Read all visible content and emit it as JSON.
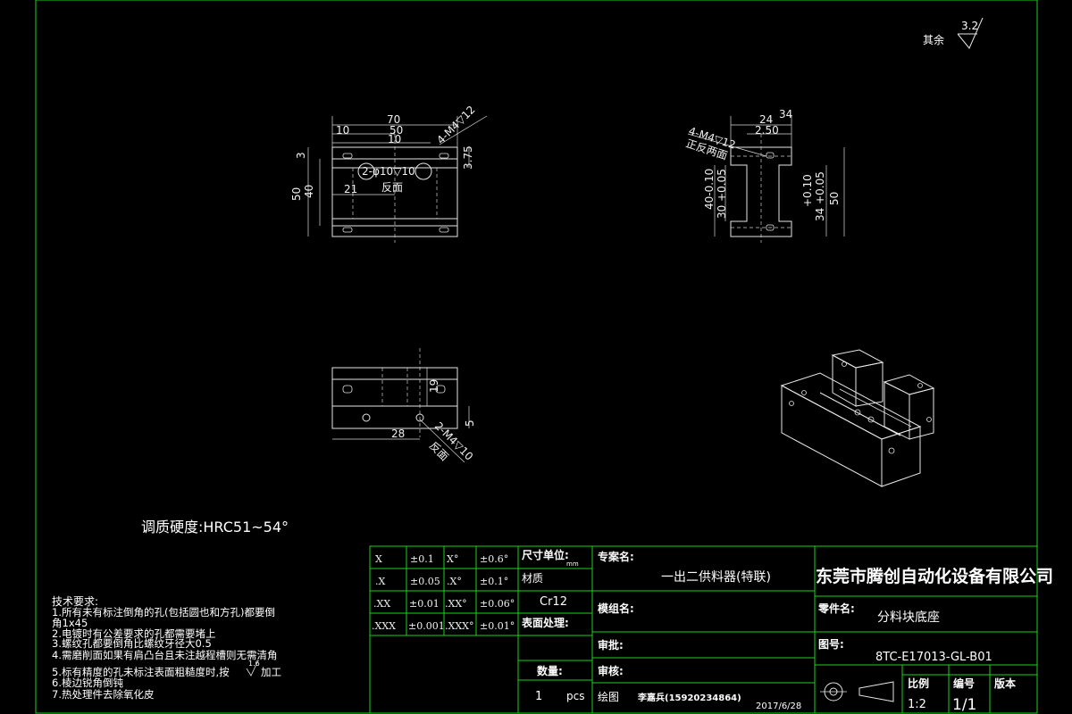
{
  "surface_finish": {
    "label": "其余",
    "value": "3.2"
  },
  "front_view": {
    "dims": [
      "70",
      "50",
      "10",
      "10",
      "4-M4▽12",
      "3",
      "3.75",
      "50",
      "40",
      "21",
      "2-φ10▽10",
      "反面"
    ]
  },
  "side_view": {
    "dims": [
      "24",
      "34",
      "2.50",
      "4-M4▽12",
      "正反两面",
      "40-0.10",
      "30 +0.05",
      "+0.10",
      "34 +0.05",
      "50"
    ]
  },
  "bottom_view": {
    "dims": [
      "19",
      "28",
      "5",
      "2-M4▽10",
      "反面"
    ]
  },
  "hardness_note": "调质硬度:HRC51~54°",
  "tech_requirements": {
    "title": "技术要求:",
    "lines": [
      "1.所有未有标注倒角的孔(包括圆也和方孔)都要倒",
      "角1x45",
      "2.电镀时有公差要求的孔都需要堵上",
      "3.螺纹孔都要倒角比螺纹牙径大0.5",
      "4.需磨削面如果有肩凸台且未注越程槽则无需清角",
      "5.标有精度的孔未标注表面粗糙度时,按",
      "6.棱边锐角倒钝",
      "7.热处理件去除氧化皮"
    ],
    "roughness_value": "1.6",
    "roughness_suffix": "加工"
  },
  "tolerance_table": [
    {
      "c1": "X",
      "c2": "±0.1",
      "c3": "X°",
      "c4": "±0.6°"
    },
    {
      "c1": ".X",
      "c2": "±0.05",
      "c3": ".X°",
      "c4": "±0.1°"
    },
    {
      "c1": ".XX",
      "c2": "±0.01",
      "c3": ".XX°",
      "c4": "±0.06°"
    },
    {
      "c1": ".XXX",
      "c2": "±0.001",
      "c3": ".XXX°",
      "c4": "±0.01°"
    }
  ],
  "title_block": {
    "unit_label": "尺寸单位:",
    "unit_value": "mm",
    "material_label": "材质",
    "material_value": "Cr12",
    "surface_label": "表面处理:",
    "qty_label": "数量:",
    "qty_value": "1",
    "qty_unit": "pcs",
    "project_label": "专案名:",
    "project_value": "一出二供料器(特联)",
    "module_label": "模组名:",
    "check_label": "审批:",
    "review_label": "审核:",
    "drawn_label": "绘图",
    "drawn_by": "李嘉兵(15920234864)",
    "date": "2017/6/28",
    "company": "东莞市腾创自动化设备有限公司",
    "part_label": "零件名:",
    "part_value": "分料块底座",
    "drawing_no_label": "图号:",
    "drawing_no_value": "8TC-E17013-GL-B01",
    "scale_label": "比例",
    "scale_value": "1:2",
    "number_label": "编号",
    "number_value": "1/1",
    "version_label": "版本"
  }
}
